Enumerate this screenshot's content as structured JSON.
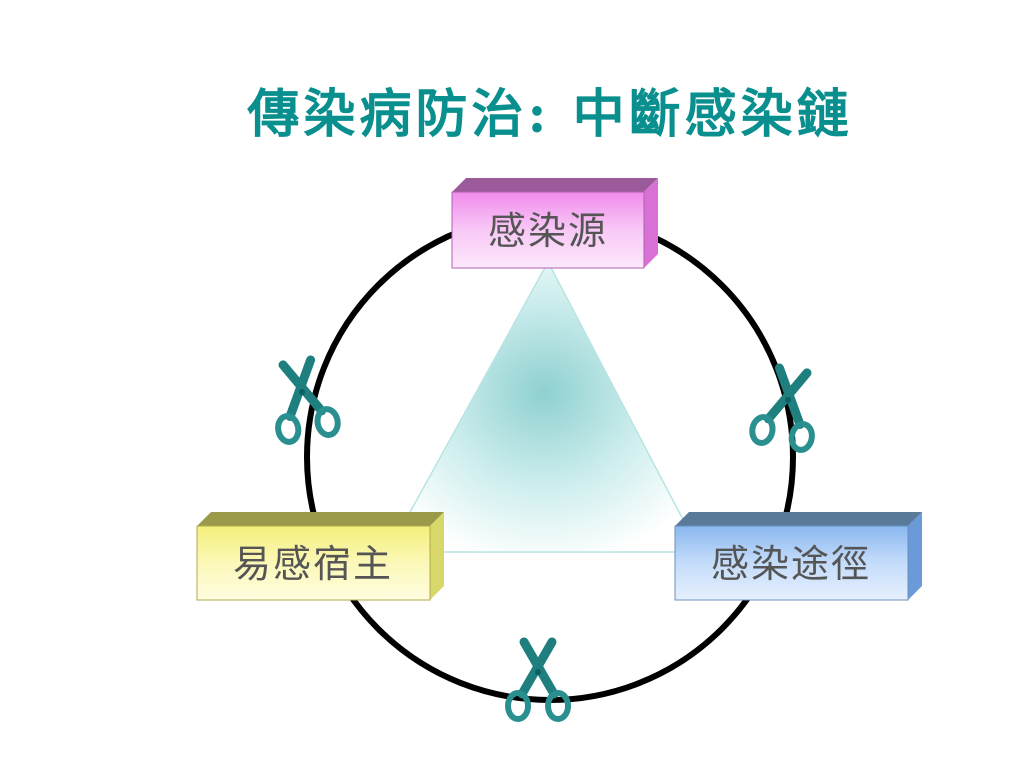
{
  "title": "傳染病防治: 中斷感染鏈",
  "nodes": {
    "source": "感染源",
    "host": "易感宿主",
    "route": "感染途徑"
  },
  "colors": {
    "title": "#0a8f8f",
    "source_box": "#f3a7f0",
    "host_box": "#fbf8a2",
    "route_box": "#a9cdf6",
    "scissors": "#2a8f8f"
  },
  "icons": [
    "scissors-icon",
    "scissors-icon",
    "scissors-icon"
  ]
}
